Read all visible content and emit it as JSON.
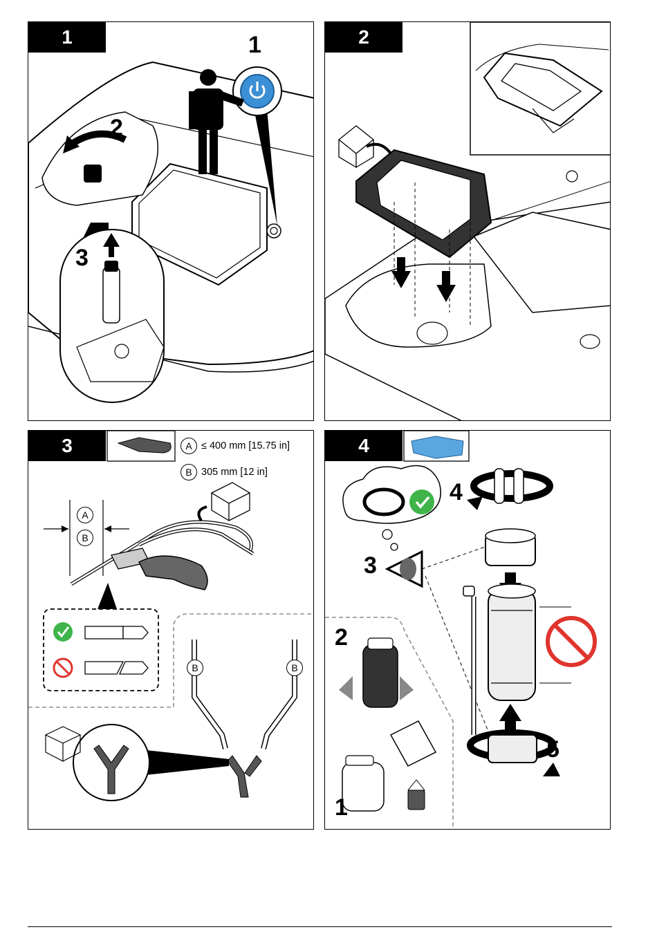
{
  "panels": [
    {
      "id": "1",
      "step_labels": [
        "1",
        "2",
        "3"
      ]
    },
    {
      "id": "2"
    },
    {
      "id": "3",
      "legend": [
        {
          "key": "A",
          "text": "≤ 400 mm [15.75 in]"
        },
        {
          "key": "B",
          "text": "305 mm [12 in]"
        }
      ],
      "dim_labels": [
        "A",
        "B"
      ],
      "hose_labels": [
        "B",
        "B"
      ]
    },
    {
      "id": "4",
      "step_labels": [
        "1",
        "2",
        "3",
        "4",
        "5"
      ]
    }
  ],
  "colors": {
    "accent_blue": "#3b8fd4",
    "glove_blue": "#5aa6e0",
    "check_green": "#3fb44a",
    "prohibit_red": "#e0342e",
    "gray_fill": "#d9d9d9"
  }
}
